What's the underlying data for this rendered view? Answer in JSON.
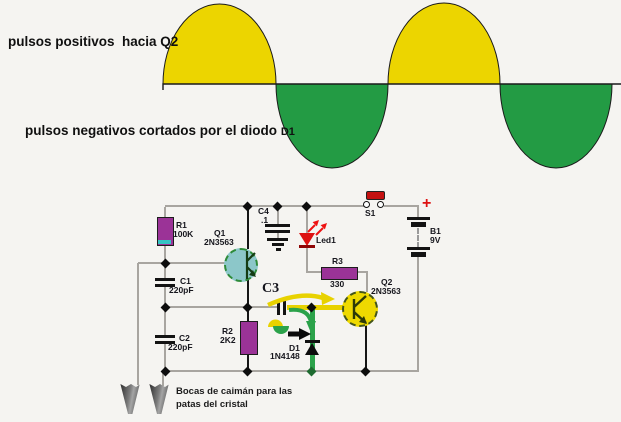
{
  "waveform": {
    "positive_label": "pulsos positivos  hacia Q2",
    "negative_label": "pulsos negativos cortados por el diodo ",
    "negative_ref": "D1",
    "positive_color": "#ecd500",
    "negative_color": "#239b44"
  },
  "components": {
    "r1": {
      "ref": "R1",
      "value": "100K"
    },
    "q1": {
      "ref": "Q1",
      "value": "2N3563"
    },
    "c1": {
      "ref": "C1",
      "value": "220pF"
    },
    "c2": {
      "ref": "C2",
      "value": "220pF"
    },
    "r2": {
      "ref": "R2",
      "value": "2K2"
    },
    "c3": {
      "ref": "C3"
    },
    "c4": {
      "ref": "C4",
      "value": ".1"
    },
    "led1": {
      "ref": "Led1"
    },
    "r3": {
      "ref": "R3",
      "value": "330"
    },
    "q2": {
      "ref": "Q2",
      "value": "2N3563"
    },
    "d1": {
      "ref": "D1",
      "value": "1N4148"
    },
    "s1": {
      "ref": "S1"
    },
    "b1": {
      "ref": "B1",
      "value": "9V",
      "polarity": "+"
    }
  },
  "note": {
    "line1": "Bocas de caimán para las",
    "line2": "patas del cristal"
  },
  "colors": {
    "resistor_purple": "#9b3397",
    "q1_fill": "#8cc7c9",
    "q2_fill": "#eed900",
    "wire_gray": "#a8a5a0",
    "signal_green": "#2ba24a",
    "signal_yellow": "#e8d200",
    "led_red": "#dd1111"
  }
}
